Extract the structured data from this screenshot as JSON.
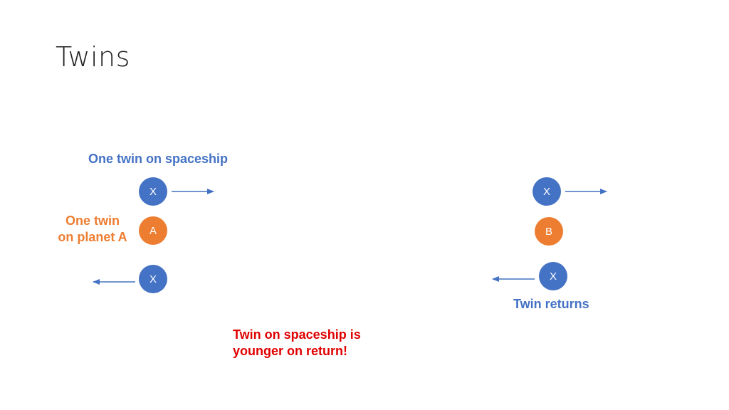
{
  "title": "Twins",
  "colors": {
    "blue": "#4472C4",
    "orange": "#ED7D31",
    "red": "#E00000"
  },
  "labels": {
    "spaceship": "One twin on spaceship",
    "planet_line1": "One twin",
    "planet_line2": "on planet A",
    "returns": "Twin returns",
    "conclusion_line1": "Twin on spaceship is",
    "conclusion_line2": "younger on return!"
  },
  "nodes": {
    "x_departing": "X",
    "planet_a": "A",
    "x_returning_left": "X",
    "x_passing_b": "X",
    "planet_b": "B",
    "x_returning_right": "X"
  }
}
